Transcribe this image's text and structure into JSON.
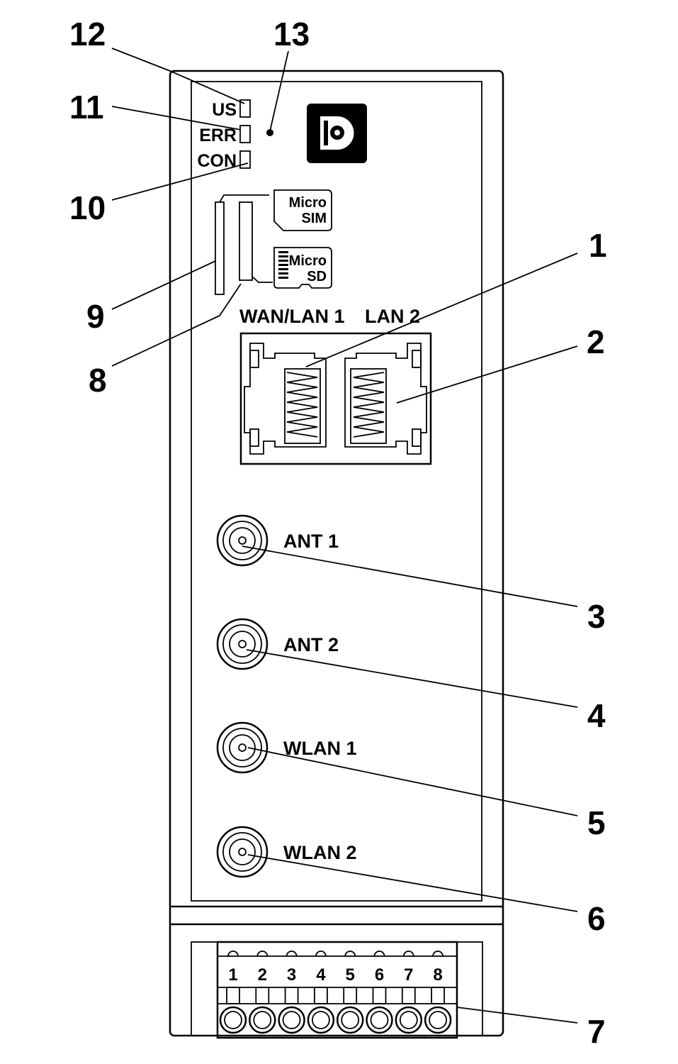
{
  "leds": [
    {
      "label": "US"
    },
    {
      "label": "ERR"
    },
    {
      "label": "CON"
    }
  ],
  "cards": {
    "sim_line1": "Micro",
    "sim_line2": "SIM",
    "sd_line1": "Micro",
    "sd_line2": "SD"
  },
  "ethernet": {
    "port1_label": "WAN/LAN 1",
    "port2_label": "LAN 2"
  },
  "antennas": [
    {
      "label": "ANT 1"
    },
    {
      "label": "ANT 2"
    },
    {
      "label": "WLAN 1"
    },
    {
      "label": "WLAN 2"
    }
  ],
  "terminals": [
    "1",
    "2",
    "3",
    "4",
    "5",
    "6",
    "7",
    "8"
  ],
  "callouts": {
    "c1": "1",
    "c2": "2",
    "c3": "3",
    "c4": "4",
    "c5": "5",
    "c6": "6",
    "c7": "7",
    "c8": "8",
    "c9": "9",
    "c10": "10",
    "c11": "11",
    "c12": "12",
    "c13": "13"
  },
  "colors": {
    "line": "#000000",
    "background": "#ffffff"
  }
}
